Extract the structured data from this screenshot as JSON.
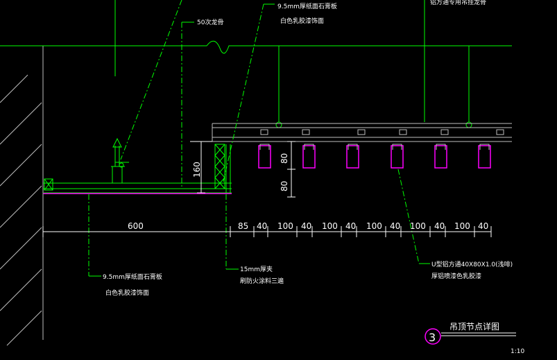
{
  "colors": {
    "background": "#000000",
    "line": "#00ff00",
    "leader": "#00ff00",
    "magenta": "#ff00ff",
    "white": "#ffffff",
    "gray": "#c0c0c0"
  },
  "labels": {
    "top_cut": "铝方通专用吊挂龙骨",
    "top_board": "9.5mm厚纸面石膏板",
    "top_board_finish": "白色乳胶漆饰面",
    "secondary_keel": "50次龙骨",
    "bottom_board": "9.5mm厚纸面石膏板",
    "bottom_board_finish": "白色乳胶漆饰面",
    "plywood": "15mm厚夹",
    "plywood_finish": "刷防火涂料三遍",
    "tube": "U型铝方通40X80X1.0(浅啡)",
    "tube_finish": "厚铝喷漆色乳胶漆"
  },
  "dimensions": {
    "width_600": "600",
    "height_160": "160",
    "height_80_a": "80",
    "height_80_b": "80",
    "spacing": [
      "85",
      "40",
      "100",
      "40",
      "100",
      "40",
      "100",
      "40",
      "100",
      "40",
      "100",
      "40"
    ]
  },
  "title_block": {
    "number": "3",
    "title": "吊顶节点详图",
    "scale": "1:10"
  }
}
